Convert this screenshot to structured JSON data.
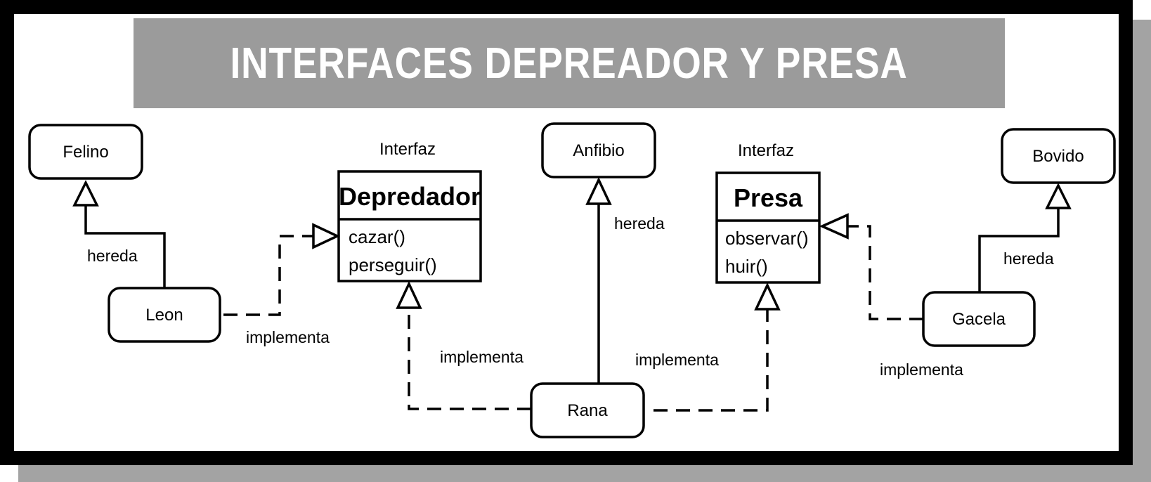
{
  "title": "INTERFACES DEPREADOR Y PRESA",
  "classes": {
    "felino": "Felino",
    "leon": "Leon",
    "anfibio": "Anfibio",
    "rana": "Rana",
    "bovido": "Bovido",
    "gacela": "Gacela"
  },
  "interfaces": {
    "depredador": {
      "stereotype": "Interfaz",
      "name": "Depredador",
      "methods": [
        "cazar()",
        "perseguir()"
      ]
    },
    "presa": {
      "stereotype": "Interfaz",
      "name": "Presa",
      "methods": [
        "observar()",
        "huir()"
      ]
    }
  },
  "relations": {
    "leon_felino": "hereda",
    "leon_depredador": "implementa",
    "rana_anfibio": "hereda",
    "rana_depredador": "implementa",
    "rana_presa": "implementa",
    "gacela_bovido": "hereda",
    "gacela_presa": "implementa"
  }
}
